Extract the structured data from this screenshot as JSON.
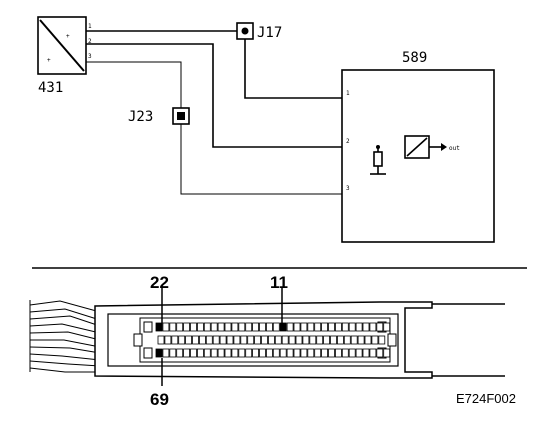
{
  "labels": {
    "component_431": "431",
    "component_589": "589",
    "connector_j17": "J17",
    "connector_j23": "J23",
    "pin_22": "22",
    "pin_11": "11",
    "pin_69": "69",
    "figure_code": "E724F002"
  },
  "connector": {
    "top_row_cells": 34,
    "mid_row_cells": 33,
    "bottom_row_cells": 34
  }
}
